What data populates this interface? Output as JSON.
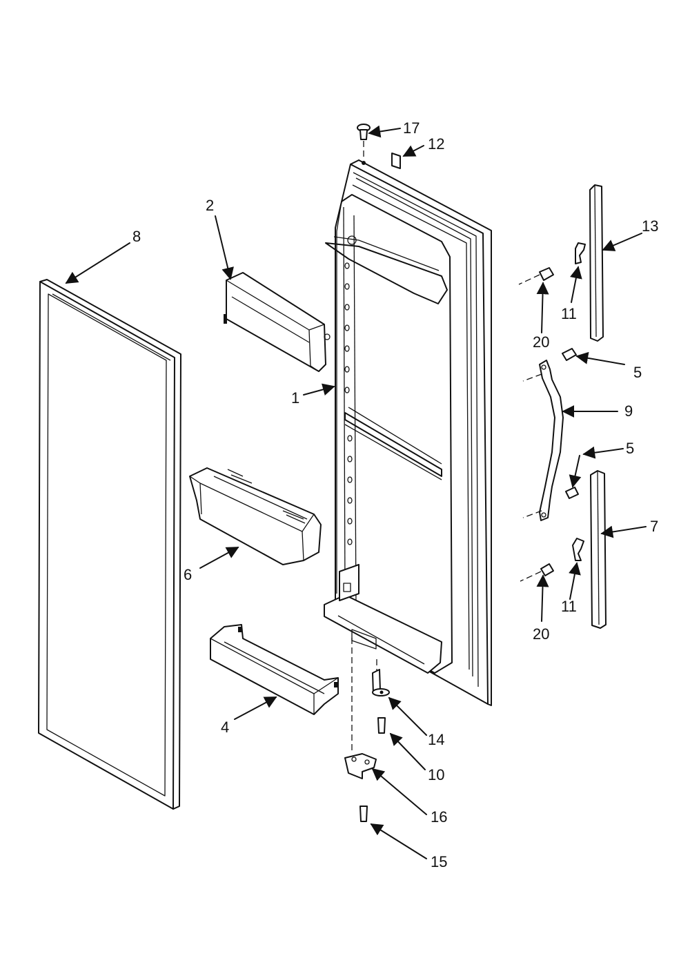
{
  "callouts": {
    "c1": "1",
    "c2": "2",
    "c4": "4",
    "c5a": "5",
    "c5b": "5",
    "c6": "6",
    "c7": "7",
    "c8": "8",
    "c9": "9",
    "c10": "10",
    "c11a": "11",
    "c11b": "11",
    "c12": "12",
    "c13": "13",
    "c14": "14",
    "c15": "15",
    "c16": "16",
    "c17": "17",
    "c20a": "20",
    "c20b": "20"
  }
}
